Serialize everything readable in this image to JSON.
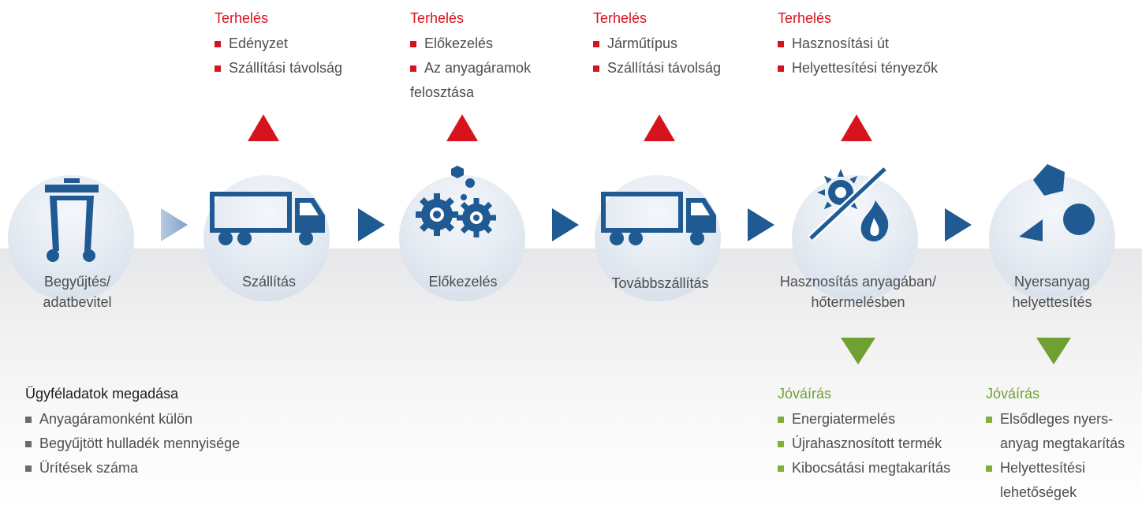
{
  "colors": {
    "blue": "#1f5a93",
    "red": "#d7141e",
    "green": "#6ea131",
    "text": "#4b4d50"
  },
  "stages": [
    {
      "label_lines": [
        "Begyűjtés/",
        "adatbevitel"
      ],
      "icon": "trash-bin-icon"
    },
    {
      "label_lines": [
        "Szállítás"
      ],
      "icon": "truck-icon"
    },
    {
      "label_lines": [
        "Előkezelés"
      ],
      "icon": "gears-icon"
    },
    {
      "label_lines": [
        "Továbbszállítás"
      ],
      "icon": "truck-icon"
    },
    {
      "label_lines": [
        "Hasznosítás anyagában/",
        "hőtermelésben"
      ],
      "icon": "sun-flame-icon"
    },
    {
      "label_lines": [
        "Nyersanyag",
        "helyettesítés"
      ],
      "icon": "shapes-icon"
    }
  ],
  "burdens": [
    {
      "title": "Terhelés",
      "items": [
        [
          "Edényzet"
        ],
        [
          "Szállítási távolság"
        ]
      ]
    },
    {
      "title": "Terhelés",
      "items": [
        [
          "Előkezelés"
        ],
        [
          "Az anyagáramok",
          "felosztása"
        ]
      ]
    },
    {
      "title": "Terhelés",
      "items": [
        [
          "Járműtípus"
        ],
        [
          "Szállítási távolság"
        ]
      ]
    },
    {
      "title": "Terhelés",
      "items": [
        [
          "Hasznosítási út"
        ],
        [
          "Helyettesítési tényezők"
        ]
      ]
    }
  ],
  "credits": [
    {
      "title": "Jóváírás",
      "items": [
        [
          "Energiatermelés"
        ],
        [
          "Újrahasznosított termék"
        ],
        [
          "Kibocsátási megtakarítás"
        ]
      ]
    },
    {
      "title": "Jóváírás",
      "items": [
        [
          "Elsődleges nyers-",
          "anyag megtakarítás"
        ],
        [
          "Helyettesítési",
          "lehetőségek"
        ]
      ]
    }
  ],
  "customer": {
    "title": "Ügyféladatok megadása",
    "items": [
      [
        "Anyagáramonként külön"
      ],
      [
        "Begyűjtött hulladék mennyisége"
      ],
      [
        "Ürítések száma"
      ]
    ]
  }
}
